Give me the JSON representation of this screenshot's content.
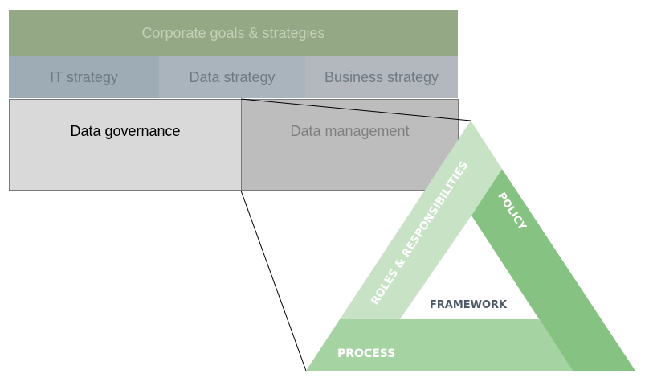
{
  "hierarchy": {
    "corporate": "Corporate goals & strategies",
    "strategies": [
      "IT strategy",
      "Data strategy",
      "Business strategy"
    ],
    "governance": "Data governance",
    "management": "Data management"
  },
  "framework": {
    "center": "FRAMEWORK",
    "roles": "ROLES & RESPONSIBILITIES",
    "policy": "POLICY",
    "process": "PROCESS"
  },
  "colors": {
    "roles": "#c8e2c6",
    "policy": "#86c282",
    "process": "#a6d3a2",
    "framework_text": "#4d5b68"
  }
}
